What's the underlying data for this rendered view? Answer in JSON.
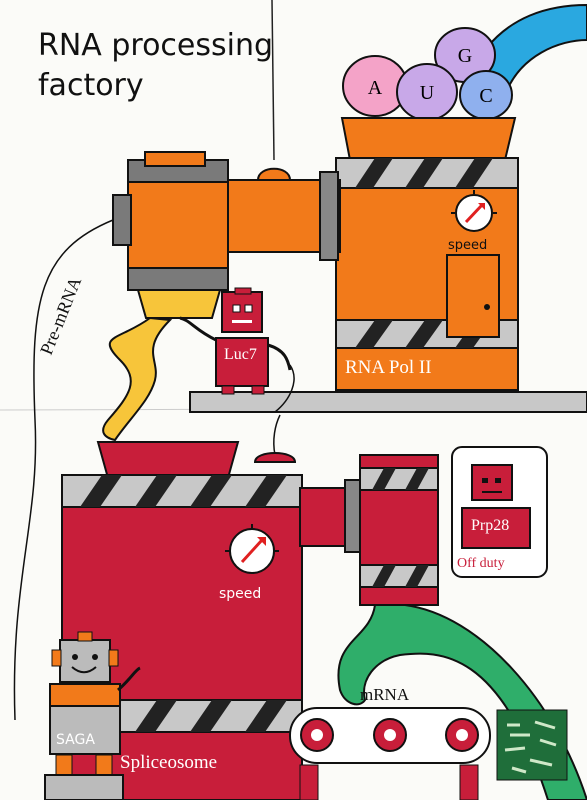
{
  "title": "RNA processing factory",
  "nucleotides": [
    "A",
    "U",
    "G",
    "C"
  ],
  "colors": {
    "pol_orange": "#f27a1a",
    "splice_red": "#c81e3a",
    "mrna_green": "#2fae6a",
    "premrna_yellow": "#f7c53a",
    "feed_blue": "#2aa8e0",
    "robot_red": "#c81e3a",
    "robot_grey": "#9a9a9a",
    "saga_orange": "#f27a1a",
    "stamp_green": "#1f6e3a"
  },
  "labels": {
    "pol_speed": "speed",
    "splice_speed": "speed",
    "pol_name": "RNA Pol II",
    "splice_name": "Spliceosome",
    "premrna": "Pre-mRNA",
    "mrna": "mRNA",
    "luc7": "Luc7",
    "prp28": "Prp28",
    "off_duty": "Off duty",
    "saga": "SAGA"
  },
  "icons": [
    "speed-gauge-icon",
    "speed-gauge-icon",
    "stamp-seal-icon"
  ]
}
